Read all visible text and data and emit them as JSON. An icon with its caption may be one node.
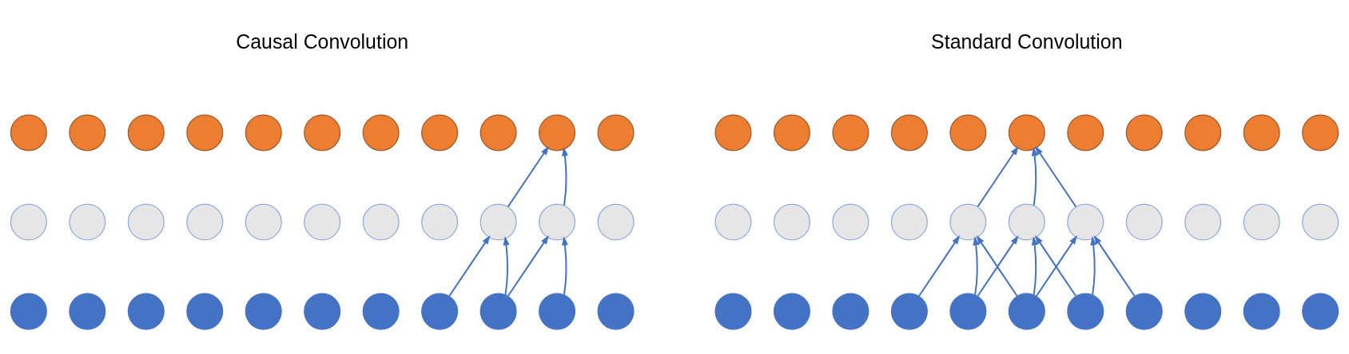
{
  "diagram": {
    "nodes": [
      {
        "text": [],
        "shape": "circle"
      },
      {
        "text": [],
        "shape": "circle"
      },
      {
        "text": [],
        "shape": "circle"
      },
      {
        "text": [],
        "shape": "circle"
      },
      {
        "text": [],
        "shape": "circle"
      },
      {
        "text": [],
        "shape": "circle"
      },
      {
        "text": [],
        "shape": "circle"
      },
      {
        "text": [],
        "shape": "circle"
      },
      {
        "text": [],
        "shape": "circle"
      },
      {
        "text": [],
        "shape": "circle"
      },
      {
        "text": [],
        "shape": "circle"
      },
      {
        "text": [],
        "shape": "circle"
      },
      {
        "text": [],
        "shape": "circle"
      },
      {
        "text": [],
        "shape": "circle"
      },
      {
        "text": [],
        "shape": "circle"
      },
      {
        "text": [],
        "shape": "circle"
      },
      {
        "text": [],
        "shape": "circle"
      },
      {
        "text": [],
        "shape": "circle"
      },
      {
        "text": [],
        "shape": "circle"
      },
      {
        "text": [],
        "shape": "circle"
      },
      {
        "text": [],
        "shape": "circle"
      },
      {
        "text": [],
        "shape": "circle"
      },
      {
        "text": [],
        "shape": "circle"
      },
      {
        "text": [],
        "shape": "circle"
      },
      {
        "text": [],
        "shape": "circle"
      },
      {
        "text": [],
        "shape": "circle"
      },
      {
        "text": [],
        "shape": "circle"
      },
      {
        "text": [],
        "shape": "circle"
      },
      {
        "text": [],
        "shape": "circle"
      },
      {
        "text": [],
        "shape": "circle"
      },
      {
        "text": [],
        "shape": "circle"
      },
      {
        "text": [],
        "shape": "circle"
      },
      {
        "text": [],
        "shape": "circle"
      },
      {
        "text": [],
        "shape": "circle"
      },
      {
        "text": [],
        "shape": "circle"
      },
      {
        "text": [],
        "shape": "circle"
      },
      {
        "text": [],
        "shape": "circle"
      },
      {
        "text": [],
        "shape": "circle"
      },
      {
        "text": [],
        "shape": "circle"
      },
      {
        "text": [],
        "shape": "circle"
      },
      {
        "text": [],
        "shape": "circle"
      },
      {
        "text": [],
        "shape": "circle"
      },
      {
        "text": [],
        "shape": "circle"
      },
      {
        "text": [],
        "shape": "circle"
      },
      {
        "text": [],
        "shape": "circle"
      },
      {
        "text": [],
        "shape": "circle"
      },
      {
        "text": [],
        "shape": "circle"
      },
      {
        "text": [],
        "shape": "circle"
      },
      {
        "text": [],
        "shape": "circle"
      },
      {
        "text": [],
        "shape": "circle"
      },
      {
        "text": [],
        "shape": "circle"
      },
      {
        "text": [],
        "shape": "circle"
      },
      {
        "text": [],
        "shape": "circle"
      },
      {
        "text": [],
        "shape": "circle"
      },
      {
        "text": [],
        "shape": "circle"
      },
      {
        "text": [],
        "shape": "circle"
      },
      {
        "text": [],
        "shape": "circle"
      },
      {
        "text": [],
        "shape": "circle"
      },
      {
        "text": [],
        "shape": "circle"
      },
      {
        "text": [],
        "shape": "circle"
      },
      {
        "text": [],
        "shape": "circle"
      },
      {
        "text": [],
        "shape": "circle"
      },
      {
        "text": [],
        "shape": "circle"
      },
      {
        "text": [],
        "shape": "circle"
      },
      {
        "text": [],
        "shape": "circle"
      },
      {
        "text": [],
        "shape": "circle"
      }
    ],
    "edges": [
      {
        "from": 29,
        "to": 19,
        "arrow": "to"
      },
      {
        "from": 30,
        "to": 19,
        "arrow": "to"
      },
      {
        "from": 30,
        "to": 20,
        "arrow": "to"
      },
      {
        "from": 31,
        "to": 20,
        "arrow": "to"
      },
      {
        "from": 19,
        "to": 9,
        "arrow": "to"
      },
      {
        "from": 20,
        "to": 9,
        "arrow": "to"
      },
      {
        "from": 48,
        "to": 38,
        "arrow": "to"
      },
      {
        "from": 49,
        "to": 38,
        "arrow": "to"
      },
      {
        "from": 50,
        "to": 38,
        "arrow": "to"
      },
      {
        "from": 58,
        "to": 48,
        "arrow": "to"
      },
      {
        "from": 59,
        "to": 48,
        "arrow": "to"
      },
      {
        "from": 60,
        "to": 48,
        "arrow": "to"
      },
      {
        "from": 59,
        "to": 49,
        "arrow": "to"
      },
      {
        "from": 60,
        "to": 49,
        "arrow": "to"
      },
      {
        "from": 61,
        "to": 49,
        "arrow": "to"
      },
      {
        "from": 60,
        "to": 50,
        "arrow": "to"
      },
      {
        "from": 61,
        "to": 50,
        "arrow": "to"
      },
      {
        "from": 62,
        "to": 50,
        "arrow": "to"
      }
    ],
    "labels": [
      "Causal Convolution",
      "Standard Convolution"
    ]
  }
}
